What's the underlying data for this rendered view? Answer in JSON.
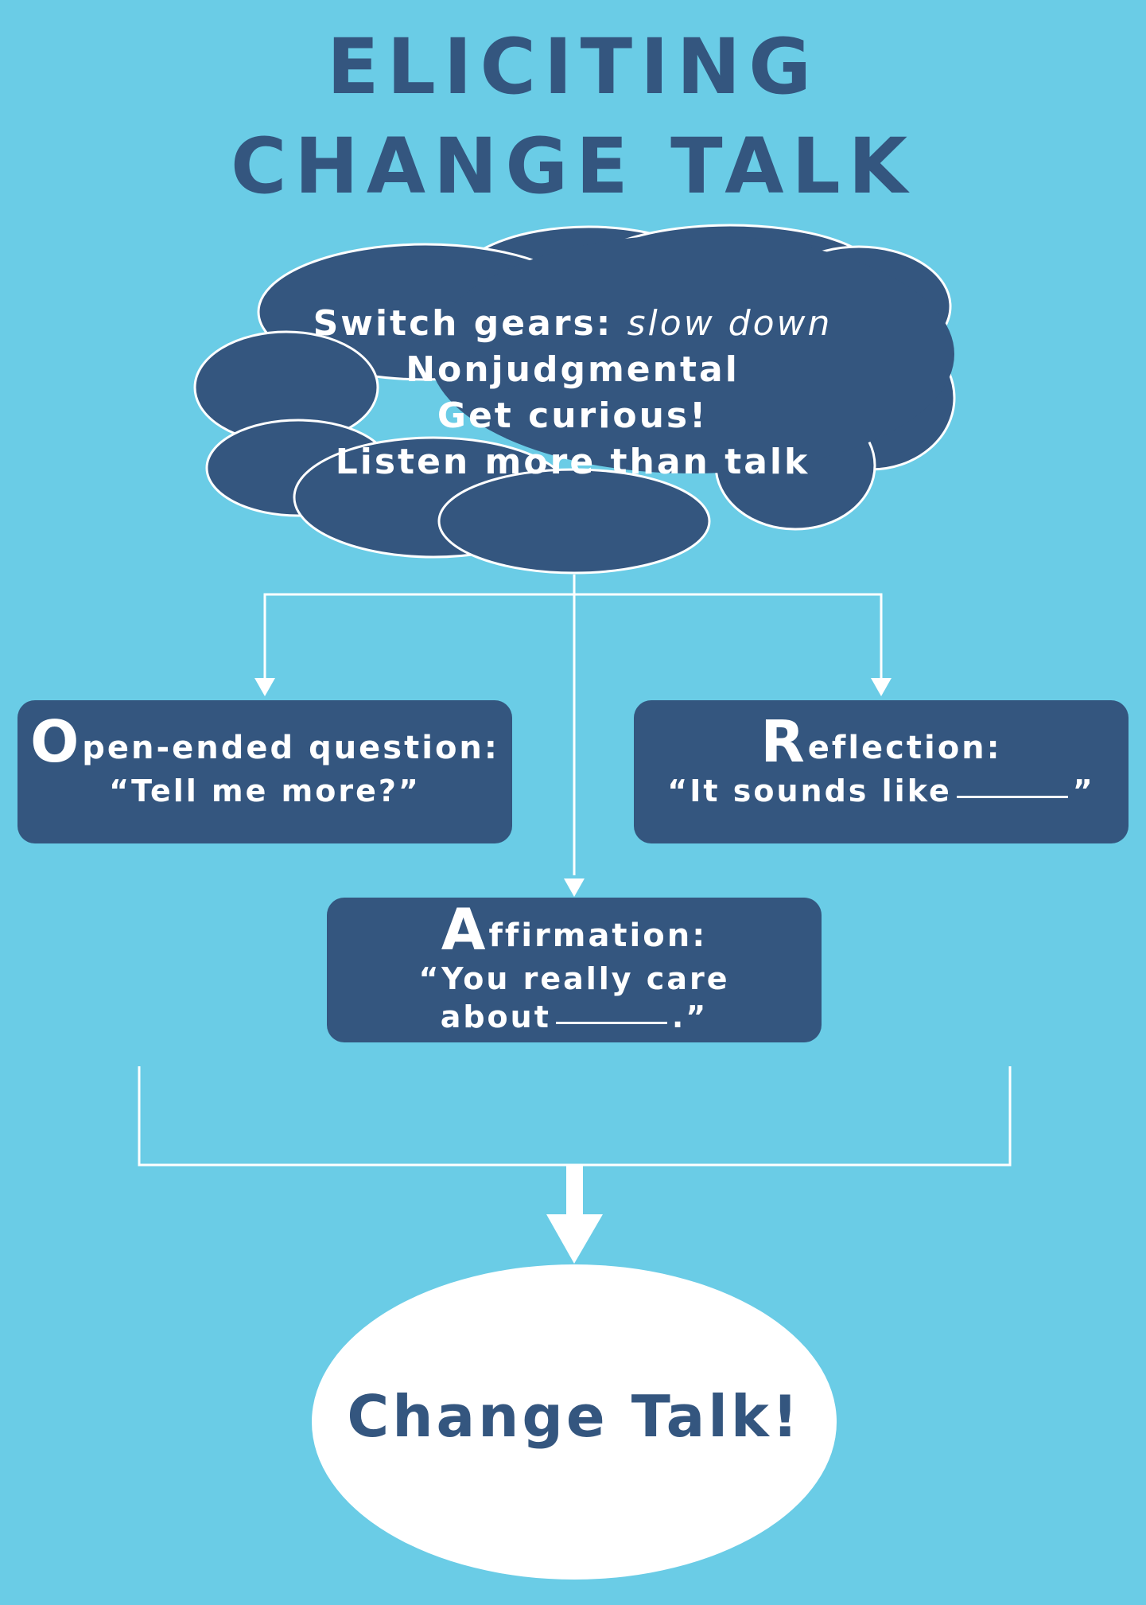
{
  "title": {
    "line1": "ELICITING",
    "line2": "CHANGE TALK"
  },
  "cloud": {
    "line1_prefix": "Switch gears: ",
    "line1_emphasis": "slow down",
    "line2": "Nonjudgmental",
    "line3": "Get curious!",
    "line4": "Listen more than talk"
  },
  "boxes": {
    "open": {
      "letter": "O",
      "rest": "pen-ended question:",
      "example": "“Tell me more?”"
    },
    "reflection": {
      "letter": "R",
      "rest": "eflection:",
      "example_prefix": "“It sounds like",
      "example_suffix": "”"
    },
    "affirmation": {
      "letter": "A",
      "rest": "ffirmation:",
      "example_line1": "“You really care",
      "example_line2_prefix": "about",
      "example_line2_suffix": ".”"
    }
  },
  "outcome": "Change Talk!",
  "colors": {
    "background": "#6acce6",
    "navy": "#34567f",
    "white": "#ffffff"
  }
}
